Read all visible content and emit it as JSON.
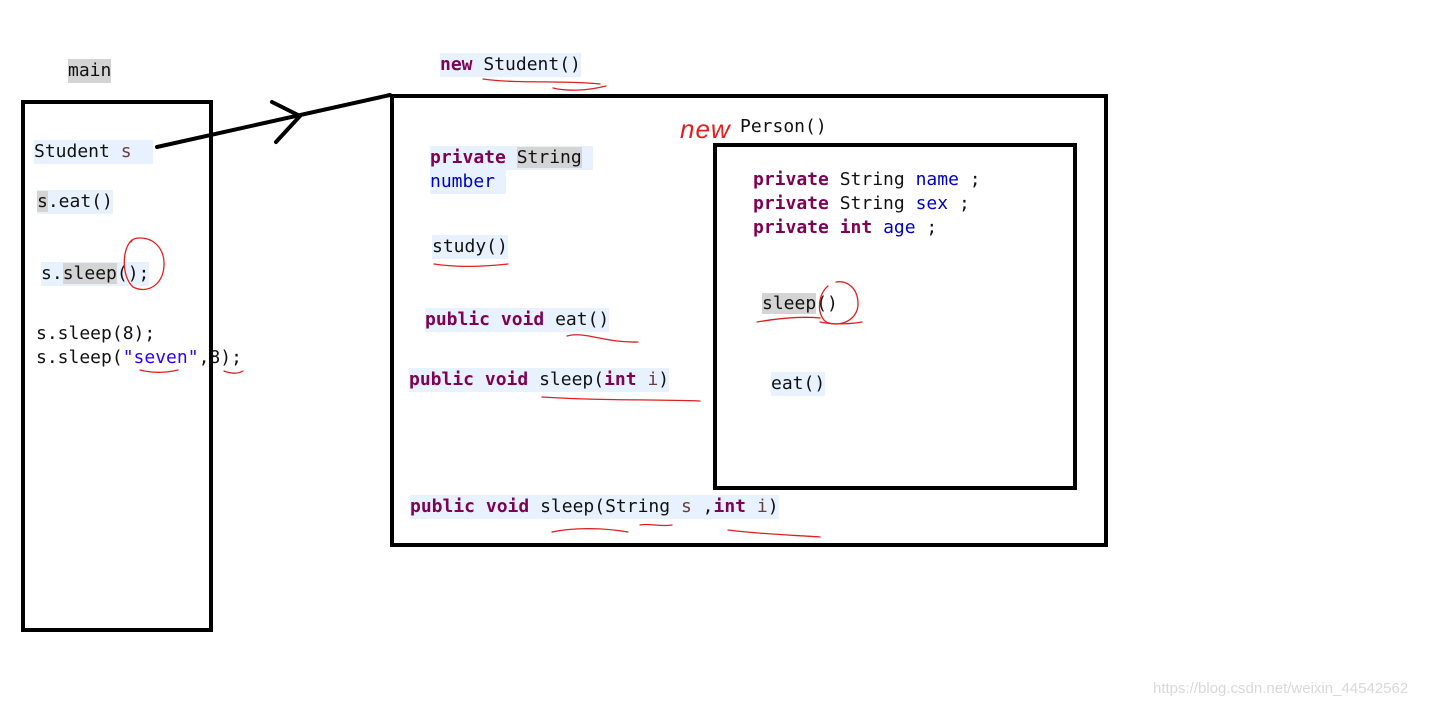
{
  "main_frame": {
    "title": "main",
    "declaration": {
      "type": "Student",
      "var": "s"
    },
    "call_eat": {
      "obj": "s",
      "rest": ".eat()"
    },
    "call_sleep": {
      "obj": "s.",
      "method": "sleep",
      "rest": "();"
    },
    "call_sleep_int": "s.sleep(8);",
    "call_sleep_str": {
      "prefix": "s.sleep(",
      "arg": "\"seven\"",
      "suffix": ",8);"
    }
  },
  "student_object": {
    "title": {
      "keyword": "new",
      "name": "Student()"
    },
    "field": {
      "modifier": "private",
      "type": "String",
      "name": "number"
    },
    "study": "study()",
    "eat": {
      "modifiers": "public void",
      "name": "eat()"
    },
    "sleep_int": {
      "modifiers": "public void",
      "name": "sleep(",
      "param_type": "int",
      "param": "i",
      "close": ")"
    },
    "sleep_str": {
      "modifiers": "public void",
      "name": "sleep(String",
      "param1": "s",
      "sep": ",",
      "param_type2": "int",
      "param2": "i",
      "close": ")"
    }
  },
  "person_object": {
    "handwritten": "new",
    "title": "Person()",
    "fields": [
      {
        "modifier": "private",
        "type": "String",
        "name": "name",
        "end": ";"
      },
      {
        "modifier": "private",
        "type": "String",
        "name": "sex",
        "end": ";"
      },
      {
        "modifier": "private",
        "type": "int",
        "name": "age",
        "end": ";"
      }
    ],
    "sleep": {
      "name": "sleep",
      "rest": "()"
    },
    "eat": "eat()"
  },
  "watermark": "https://blog.csdn.net/weixin_44542562",
  "colors": {
    "keyword": "#7f0055",
    "field": "#0000c0",
    "string": "#2a00ff",
    "local_var": "#6a3e3e",
    "highlight": "#e8f2fe",
    "annotation": "#e02020"
  }
}
